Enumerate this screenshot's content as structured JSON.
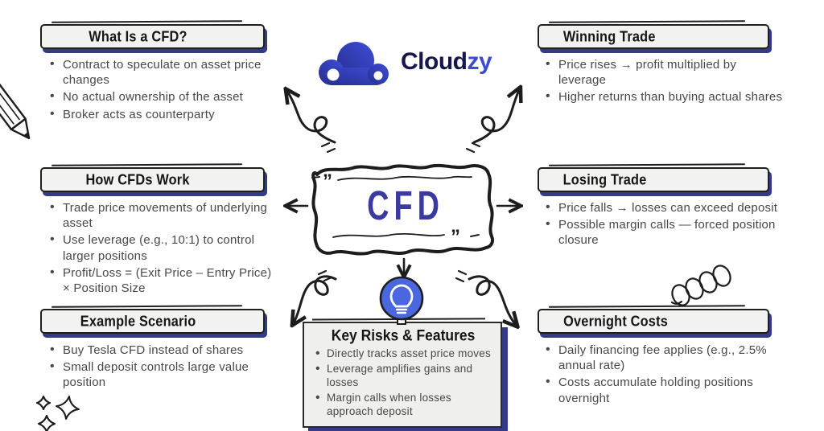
{
  "logo": {
    "brand_dark": "Cloud",
    "brand_accent": "zy"
  },
  "center": {
    "title": "CFD",
    "quote_mark": "”"
  },
  "panels": [
    {
      "id": "what-is-a-cfd",
      "title": "What Is a CFD?",
      "bullets": [
        "Contract to speculate on asset price changes",
        "No actual ownership of the asset",
        "Broker acts as counterparty"
      ]
    },
    {
      "id": "how-cfds-work",
      "title": "How CFDs Work",
      "bullets": [
        "Trade price movements of underlying asset",
        "Use leverage (e.g., 10:1) to control larger positions",
        "Profit/Loss = (Exit Price – Entry Price) × Position Size"
      ]
    },
    {
      "id": "example-scenario",
      "title": "Example Scenario",
      "bullets": [
        "Buy Tesla CFD instead of shares",
        "Small deposit controls large value position"
      ]
    },
    {
      "id": "winning-trade",
      "title": "Winning Trade",
      "bullets": [
        "Price rises → profit multiplied by leverage",
        "Higher returns than buying actual shares"
      ]
    },
    {
      "id": "losing-trade",
      "title": "Losing Trade",
      "bullets": [
        "Price falls → losses can exceed deposit",
        "Possible margin calls — forced position closure"
      ]
    },
    {
      "id": "overnight-costs",
      "title": "Overnight Costs",
      "bullets": [
        "Daily financing fee applies (e.g., 2.5% annual rate)",
        "Costs accumulate holding positions overnight"
      ]
    }
  ],
  "key_risks": {
    "title": "Key Risks & Features",
    "bullets": [
      "Directly tracks asset price moves",
      "Leverage amplifies gains and losses",
      "Margin calls when losses approach deposit"
    ]
  },
  "icons": {
    "logo": "cloud-logo-icon",
    "bulb": "lightbulb-icon",
    "pencil": "pencil-icon",
    "spring": "spring-doodle-icon",
    "sparkles": "sparkles-icon"
  },
  "colors": {
    "ink": "#1d1d1d",
    "accent_navy_shadow": "#333a8c",
    "brand_navy": "#16164a",
    "brand_blue": "#3c4bd0",
    "cfd_indigo": "#3b3a9e",
    "bulb_blue": "#4a67e0",
    "panel_fill": "#f2f2f0",
    "body_text": "#484848"
  }
}
